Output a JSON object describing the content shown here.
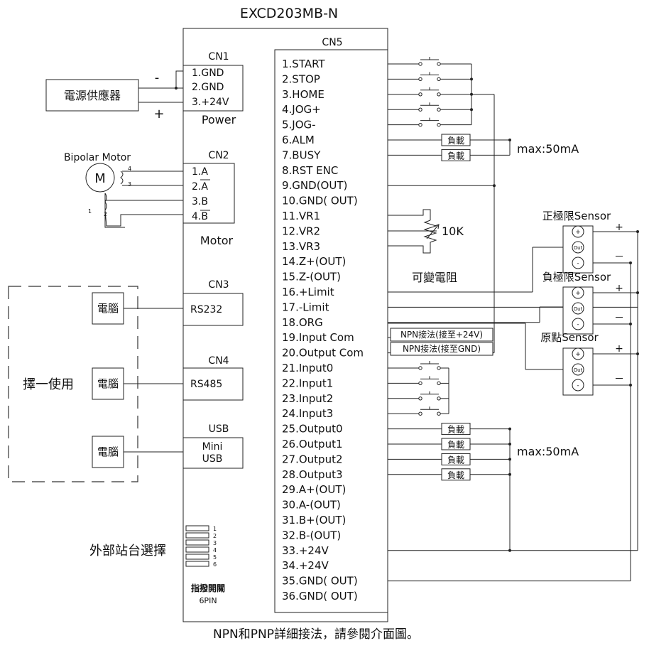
{
  "title": "EXCD203MB-N",
  "cn5": {
    "label": "CN5",
    "pins": [
      "1.START",
      "2.STOP",
      "3.HOME",
      "4.JOG+",
      "5.JOG-",
      "6.ALM",
      "7.BUSY",
      "8.RST ENC",
      "9.GND(OUT)",
      "10.GND( OUT)",
      "11.VR1",
      "12.VR2",
      "13.VR3",
      "14.Z+(OUT)",
      "15.Z-(OUT)",
      "16.+Limit",
      "17.-Limit",
      "18.ORG",
      "19.Input  Com",
      "20.Output Com",
      "21.Input0",
      "22.Input1",
      "23.Input2",
      "24.Input3",
      "25.Output0",
      "26.Output1",
      "27.Output2",
      "28.Output3",
      "29.A+(OUT)",
      "30.A-(OUT)",
      "31.B+(OUT)",
      "32.B-(OUT)",
      "33.+24V",
      "34.+24V",
      "35.GND( OUT)",
      "36.GND( OUT)"
    ]
  },
  "cn1": {
    "label": "CN1",
    "pins": [
      "1.GND",
      "2.GND",
      "3.+24V"
    ],
    "caption": "Power"
  },
  "cn2": {
    "label": "CN2",
    "pins": [
      "1.A",
      "2.A",
      "3.B",
      "4.B"
    ],
    "caption": "Motor"
  },
  "cn3": {
    "label": "CN3",
    "port": "RS232"
  },
  "cn4": {
    "label": "CN4",
    "port": "RS485"
  },
  "usb": {
    "label": "USB",
    "line1": "Mini",
    "line2": "USB"
  },
  "power_supply": {
    "label": "電源供應器",
    "minus": "-",
    "plus": "+"
  },
  "motor": {
    "label": "Bipolar Motor",
    "symbol": "M",
    "wire_labels": [
      "4",
      "3",
      "1",
      "2"
    ]
  },
  "computer_label": "電腦",
  "choose_one": "擇一使用",
  "station_select": "外部站台選擇",
  "dip": {
    "numbers": [
      "1",
      "2",
      "3",
      "4",
      "5",
      "6"
    ],
    "caption1": "指撥開關",
    "caption2": "6PIN"
  },
  "load_label": "負載",
  "max_current": "max:50mA",
  "pot": {
    "value": "10K",
    "caption": "可變電阻"
  },
  "sensors": [
    {
      "label": "正極限Sensor"
    },
    {
      "label": "負極限Sensor"
    },
    {
      "label": "原點Sensor"
    }
  ],
  "sensor_pins": {
    "plus": "+",
    "out": "Out",
    "minus": "-"
  },
  "rail_signs": {
    "plus": "+",
    "minus": "－"
  },
  "npn_notes": [
    "NPN接法(接至+24V)",
    "NPN接法(接至GND)"
  ],
  "footer": "NPN和PNP詳細接法，請參閱介面圖。"
}
